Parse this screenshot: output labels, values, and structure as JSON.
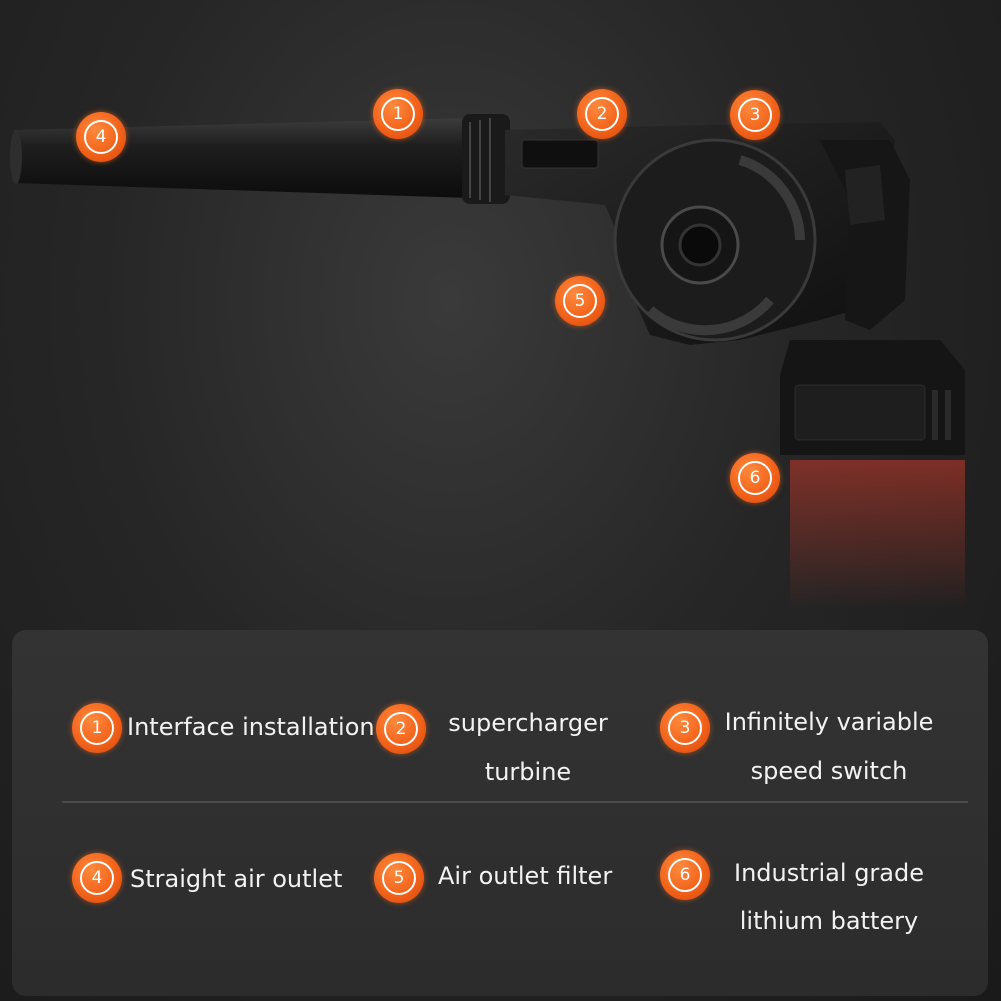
{
  "markers": [
    {
      "num": "1"
    },
    {
      "num": "2"
    },
    {
      "num": "3"
    },
    {
      "num": "4"
    },
    {
      "num": "5"
    },
    {
      "num": "6"
    }
  ],
  "legend": [
    {
      "num": "1",
      "text": "Interface installation"
    },
    {
      "num": "2",
      "line1": "supercharger",
      "line2": "turbine"
    },
    {
      "num": "3",
      "line1": "Infinitely variable",
      "line2": "speed switch"
    },
    {
      "num": "4",
      "text": "Straight air outlet"
    },
    {
      "num": "5",
      "text": "Air outlet filter"
    },
    {
      "num": "6",
      "line1": "Industrial grade",
      "line2": "lithium battery"
    }
  ],
  "colors": {
    "accent": "#f2621a",
    "background": "#262626",
    "panel": "#303030",
    "text": "#f2f2f2"
  }
}
